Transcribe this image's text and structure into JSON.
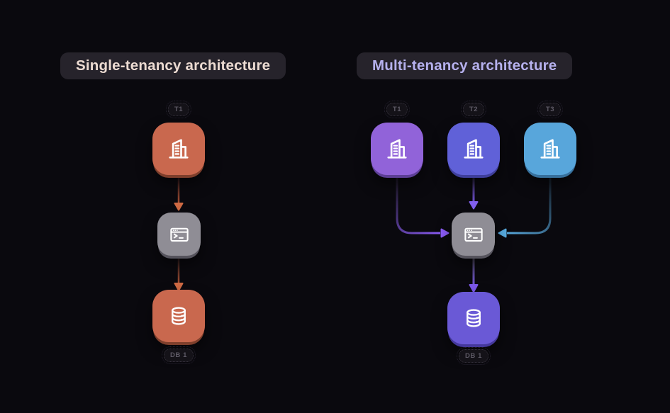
{
  "background_color": "#0a090e",
  "single": {
    "title": "Single-tenancy architecture",
    "title_color": "#ecdbd2",
    "tenant": {
      "label": "T1",
      "color": "#c9684e",
      "icon": "building-icon"
    },
    "server": {
      "icon": "terminal-icon",
      "color": "#8f8d95"
    },
    "database": {
      "label": "DB 1",
      "color": "#c9684e",
      "icon": "database-icon"
    },
    "edge_color": "#c9684e",
    "arrow_color": "#cf6a44"
  },
  "multi": {
    "title": "Multi-tenancy architecture",
    "title_color": "#b6b1ee",
    "tenants": [
      {
        "label": "T1",
        "color": "#9163d9",
        "icon": "building-icon"
      },
      {
        "label": "T2",
        "color": "#6061d8",
        "icon": "building-icon"
      },
      {
        "label": "T3",
        "color": "#58a6db",
        "icon": "building-icon"
      }
    ],
    "server": {
      "icon": "terminal-icon",
      "color": "#8f8d95"
    },
    "database": {
      "label": "DB 1",
      "color": "#6a59d6",
      "icon": "database-icon"
    },
    "edge_colors": {
      "t1": "#8b5cf6",
      "t2": "#8160ef",
      "t3": "#58aadf",
      "db": "#7b58ea"
    }
  }
}
